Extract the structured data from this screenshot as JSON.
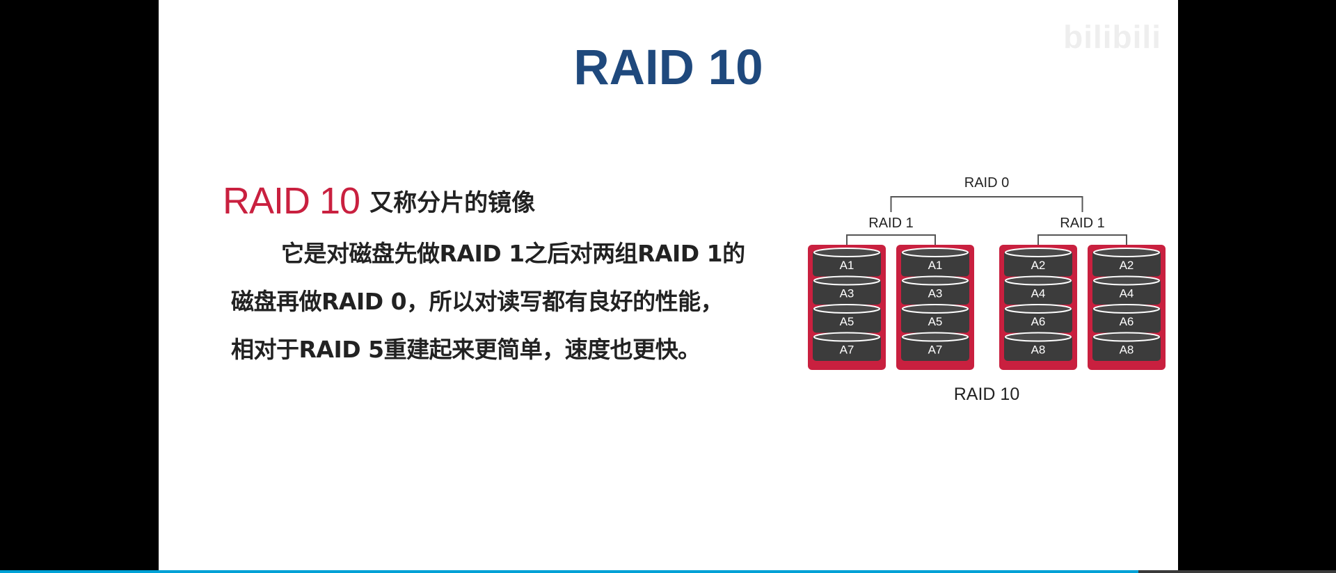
{
  "slide": {
    "title": "RAID 10",
    "watermark": "bilibili",
    "heading": {
      "raid": "RAID 10",
      "rest": "又称分片的镜像"
    },
    "paragraph": [
      "它是对磁盘先做RAID 1之后对两组RAID 1的",
      "磁盘再做RAID 0，所以对读写都有良好的性能，",
      "相对于RAID 5重建起来更简单，速度也更快。"
    ]
  },
  "diagram": {
    "top_label": "RAID 0",
    "bottom_label": "RAID 10",
    "groups": [
      {
        "label": "RAID 1",
        "disks": [
          [
            "A1",
            "A3",
            "A5",
            "A7"
          ],
          [
            "A1",
            "A3",
            "A5",
            "A7"
          ]
        ]
      },
      {
        "label": "RAID 1",
        "disks": [
          [
            "A2",
            "A4",
            "A6",
            "A8"
          ],
          [
            "A2",
            "A4",
            "A6",
            "A8"
          ]
        ]
      }
    ],
    "colors": {
      "disk_border": "#c9203f",
      "platter": "#3c3c3c",
      "platter_top": "#4a4a4a",
      "ring": "#ffffff",
      "lines": "#555555"
    }
  },
  "player": {
    "progress_percent": 85.2,
    "accent": "#00a1d6"
  }
}
